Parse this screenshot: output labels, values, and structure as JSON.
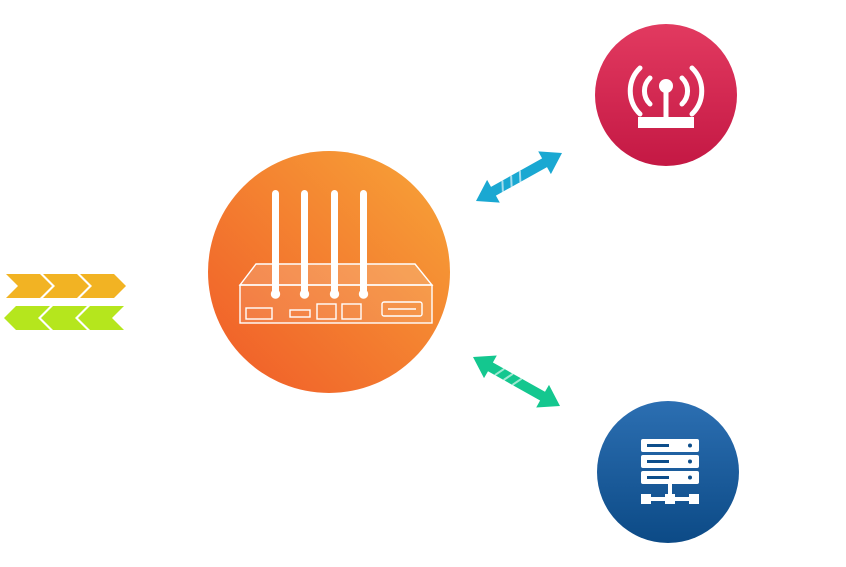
{
  "diagram": {
    "nodes": [
      {
        "id": "router",
        "icon": "industrial-router-icon",
        "color_start": "#f79a33",
        "color_end": "#f0622a"
      },
      {
        "id": "wireless",
        "icon": "wireless-tower-icon",
        "color_start": "#e0345c",
        "color_end": "#c61a46"
      },
      {
        "id": "server",
        "icon": "server-rack-icon",
        "color_start": "#2a6db0",
        "color_end": "#0d4e8b"
      }
    ],
    "links": [
      {
        "from": "router",
        "to": "wireless",
        "type": "bidirectional",
        "color": "#1aa8d2"
      },
      {
        "from": "router",
        "to": "server",
        "type": "bidirectional",
        "color": "#14c78f"
      }
    ],
    "incoming_chevrons": {
      "direction": "right",
      "count": 3,
      "color": "#f2b323"
    },
    "outgoing_chevrons": {
      "direction": "left",
      "count": 3,
      "color": "#b5e61d"
    }
  }
}
